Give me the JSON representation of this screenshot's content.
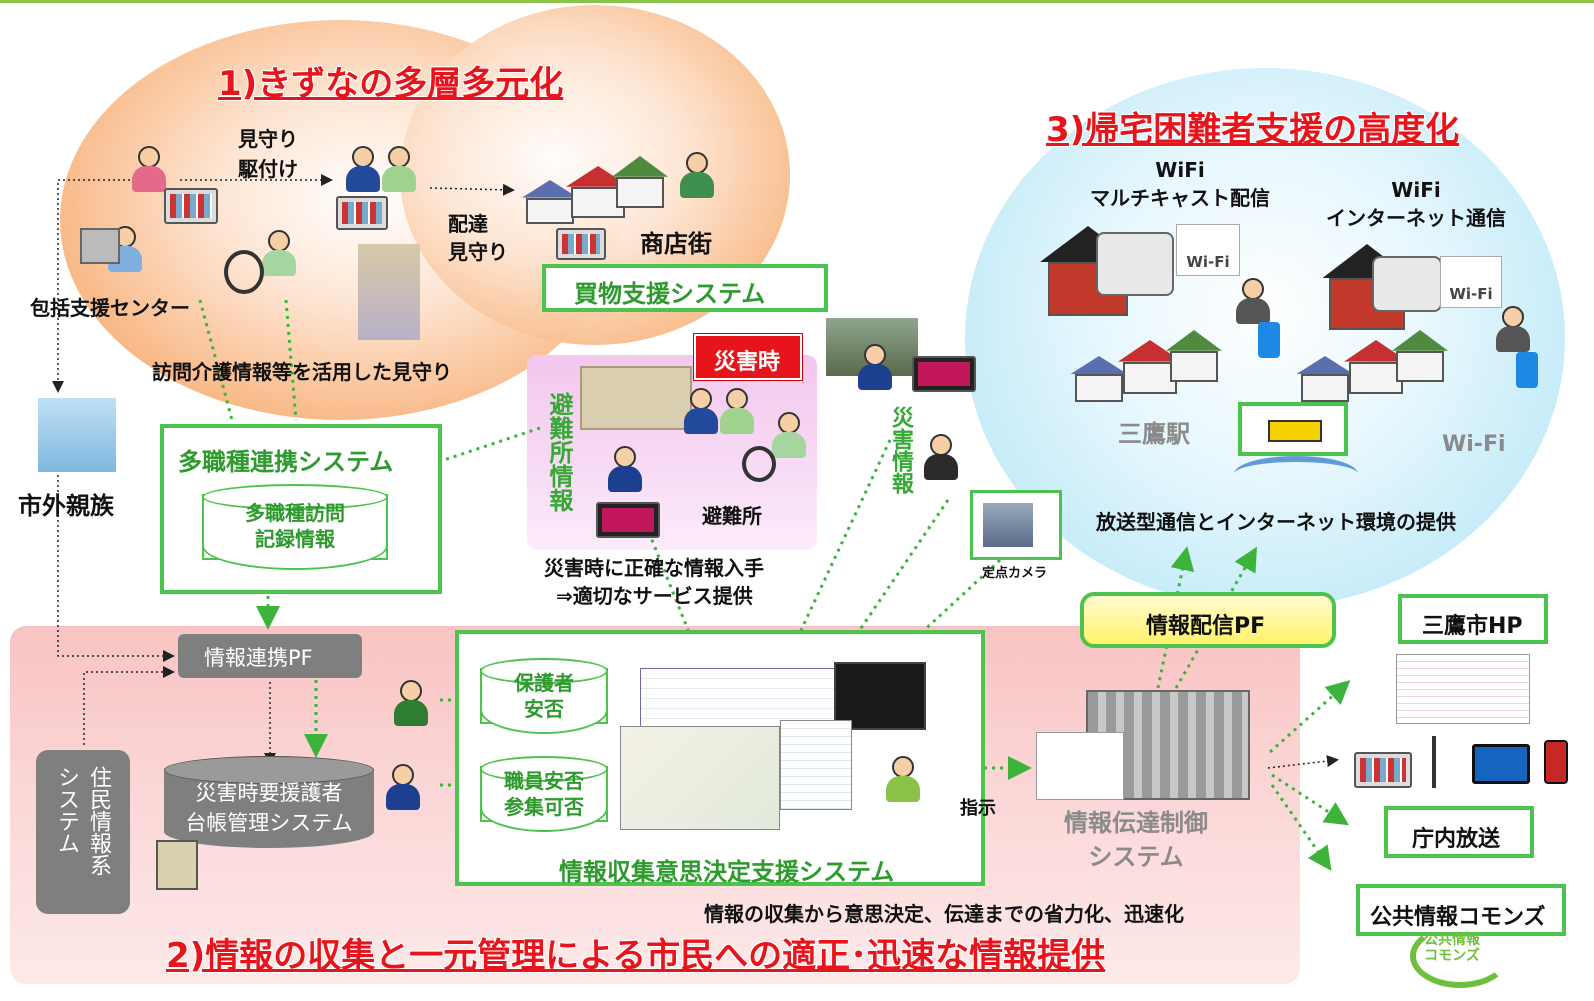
{
  "section1": {
    "title": "1)きずなの多層多元化"
  },
  "section2": {
    "title": "2)情報の収集と一元管理による市民への適正･迅速な情報提供",
    "subtitle": "情報の収集から意思決定、伝達までの省力化、迅速化"
  },
  "section3": {
    "title": "3)帰宅困難者支援の高度化"
  },
  "labels": {
    "mimamori_kaketsuke": "見守り\n駆付け",
    "haitatsu_mimamori": "配達\n見守り",
    "shotengai": "商店街",
    "houkatsu": "包括支援センター",
    "houmon": "訪問介護情報等を活用した見守り",
    "shigai": "市外親族",
    "hinanjo_vertical": "避難所情報",
    "hinanjo": "避難所",
    "saigaiji_badge": "災害時",
    "saigai_joho": "災害情報",
    "seikaku_line1": "災害時に正確な情報入手",
    "seikaku_line2": "⇒適切なサービス提供",
    "teiten_camera": "定点カメラ",
    "wifi_multicast": "WiFi\nマルチキャスト配信",
    "wifi_internet": "WiFi\nインターネット通信",
    "mitaka_station": "三鷹駅",
    "wifi_label": "Wi-Fi",
    "wifi_badge": "Wi-Fi",
    "housou": "放送型通信とインターネット環境の提供",
    "shiji": "指示",
    "kouhou_logo": "公共情報\nコモンズ"
  },
  "systems": {
    "kaimono": "買物支援システム",
    "tashokushu": "多職種連携システム",
    "tashokushu_db": "多職種訪問\n記録情報",
    "renkei_pf": "情報連携PF",
    "juumin": "住民情報系\nシステム",
    "youengo": "災害時要援護者\n台帳管理システム",
    "hogosha": "保護者\n安否",
    "shokuin": "職員安否\n参集可否",
    "shushu": "情報収集意思決定支援システム",
    "haishin_pf": "情報配信PF",
    "dentatsu": "情報伝達制御\nシステム",
    "mitaka_hp": "三鷹市HP",
    "chonai": "庁内放送",
    "commons": "公共情報コモンズ"
  },
  "colors": {
    "accent_red": "#e8141b",
    "system_green": "#4cc34c",
    "pf_gray": "#7f7f7f"
  }
}
